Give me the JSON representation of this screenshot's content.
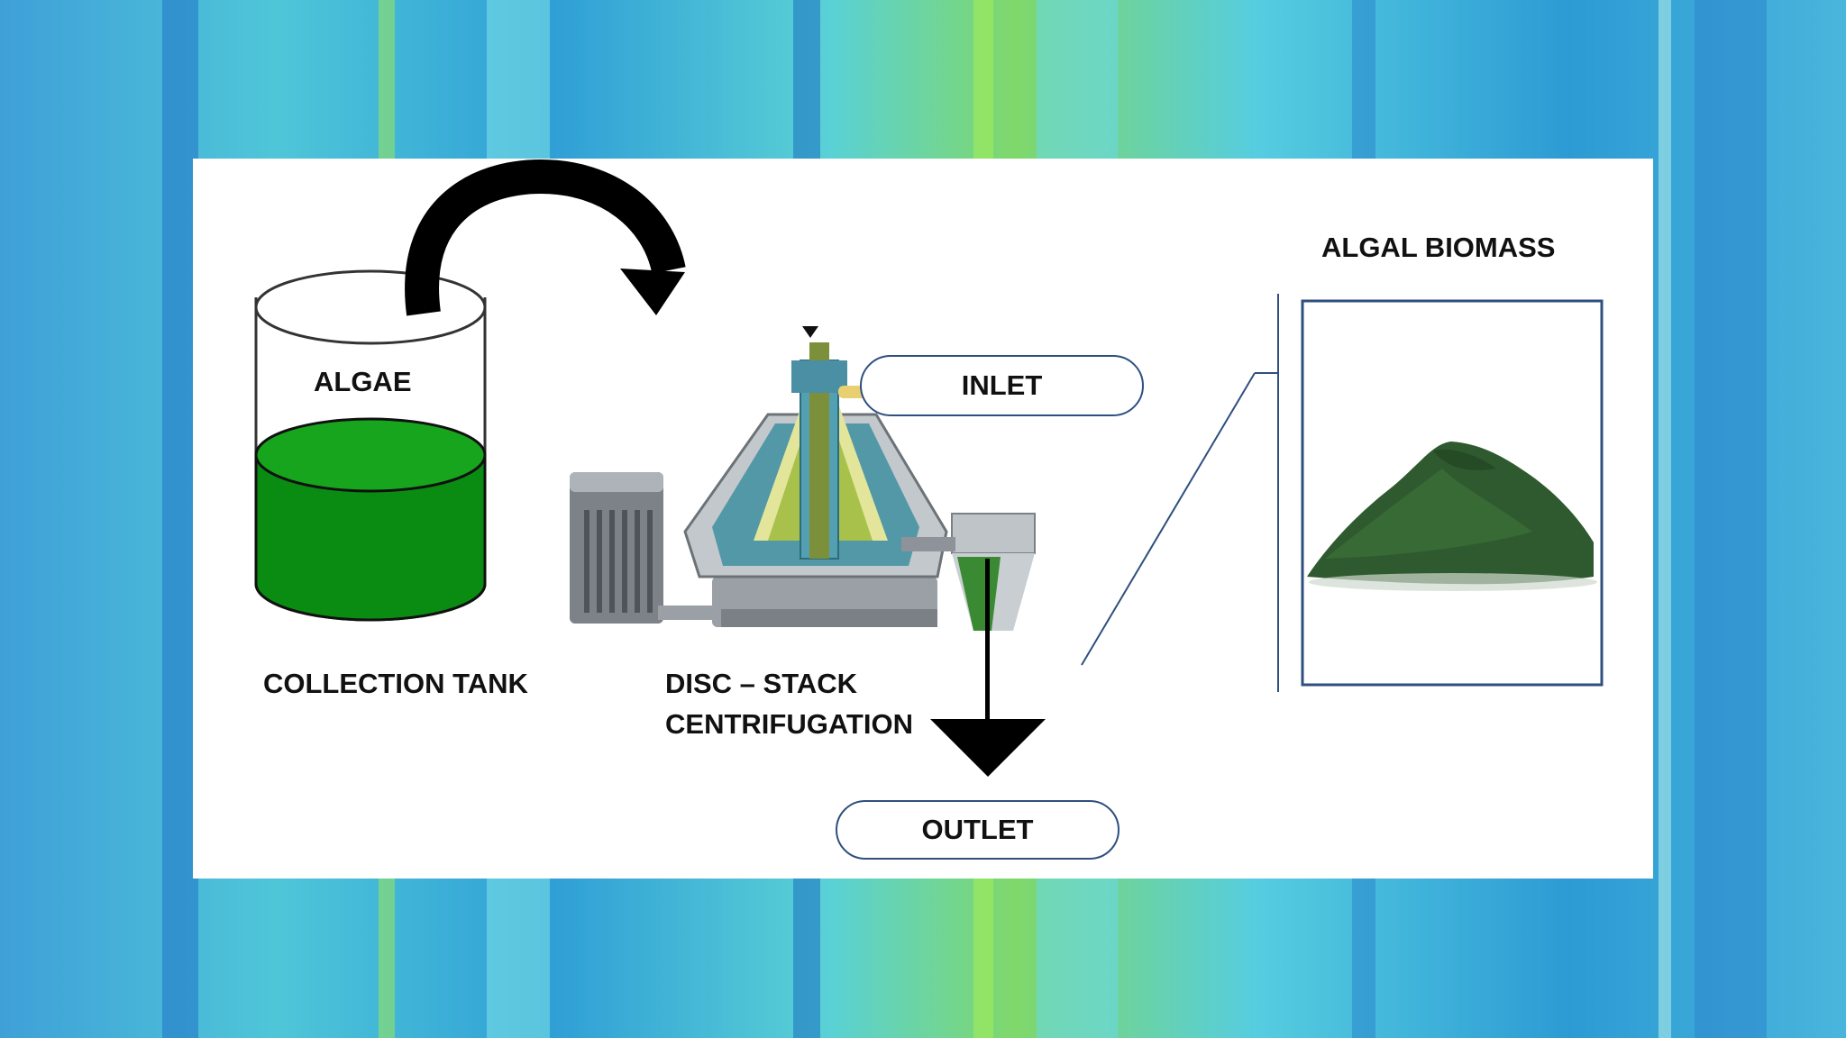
{
  "colors": {
    "panel": "#ffffff",
    "liquid": "#0a8c12",
    "liquid_top": "#16a51d",
    "arrow": "#000000",
    "frame": "#2f4f7f",
    "biomass": "#2f5a2f"
  },
  "tank": {
    "contents_label": "ALGAE",
    "caption": "COLLECTION TANK"
  },
  "centrifuge": {
    "caption_line1": "DISC – STACK",
    "caption_line2": "CENTRIFUGATION"
  },
  "flow": {
    "inlet_label": "INLET",
    "outlet_label": "OUTLET"
  },
  "product": {
    "title": "ALGAL BIOMASS"
  }
}
